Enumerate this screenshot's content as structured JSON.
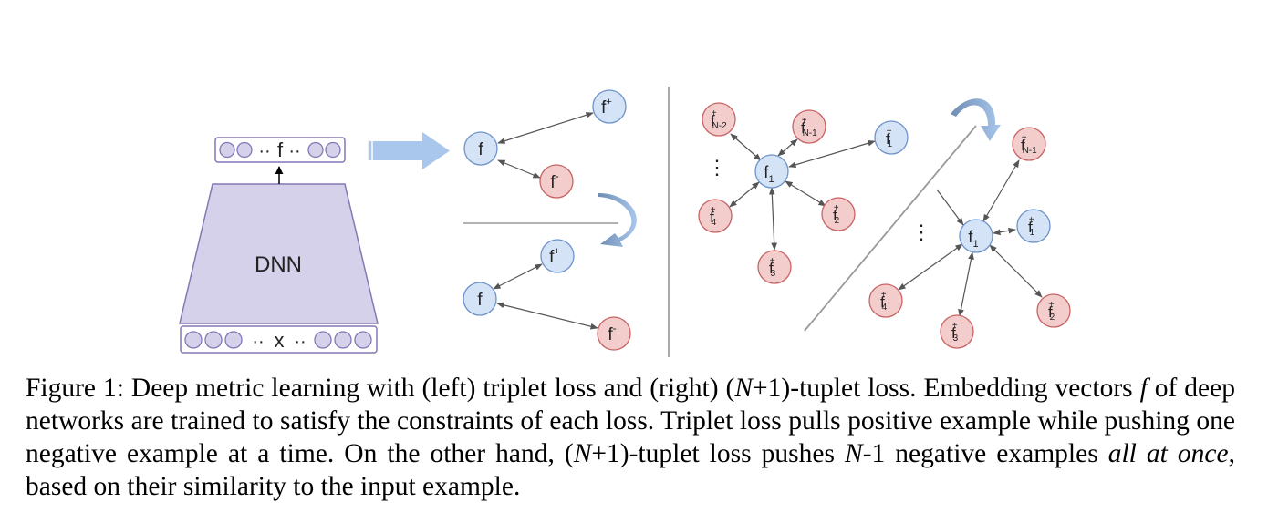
{
  "figure": {
    "dnn_label": "DNN",
    "input_label": "x",
    "embedding_label": "f",
    "ellipsis": "··",
    "vdots": "⋮",
    "triplet": {
      "anchor": "f",
      "positive": "f",
      "positive_sup": "+",
      "negative": "f",
      "negative_sup": "-"
    },
    "tuplet": {
      "anchor": "f",
      "anchor_sub": "1",
      "nodes": [
        {
          "base": "f",
          "sup": "+",
          "sub": "N-2"
        },
        {
          "base": "f",
          "sup": "+",
          "sub": "N-1"
        },
        {
          "base": "f",
          "sup": "+",
          "sub": "1"
        },
        {
          "base": "f",
          "sup": "+",
          "sub": "2"
        },
        {
          "base": "f",
          "sup": "+",
          "sub": "3"
        },
        {
          "base": "f",
          "sup": "+",
          "sub": "4"
        }
      ]
    },
    "colors": {
      "anchor_fill": "#d4e3f5",
      "anchor_stroke": "#6f93c9",
      "neg_fill": "#f3cccc",
      "neg_stroke": "#c86464",
      "dnn_fill": "#d6d1ea",
      "dnn_stroke": "#8577b5",
      "arrow_blue": "#9dbbe3"
    }
  },
  "caption": {
    "p1": "Figure 1: Deep metric learning with (left) triplet loss and (right) (",
    "N1": "N",
    "p2": "+1)-tuplet loss. Embedding vectors ",
    "f": "f",
    "p3": " of deep networks are trained to satisfy the constraints of each loss. Triplet loss pulls positive example while pushing one negative example at a time. On the other hand, (",
    "N2": "N",
    "p4": "+1)-tuplet loss pushes ",
    "N3": "N",
    "p5": "-1 negative examples ",
    "all_at_once": "all at once",
    "p6": ", based on their similarity to the input example."
  }
}
